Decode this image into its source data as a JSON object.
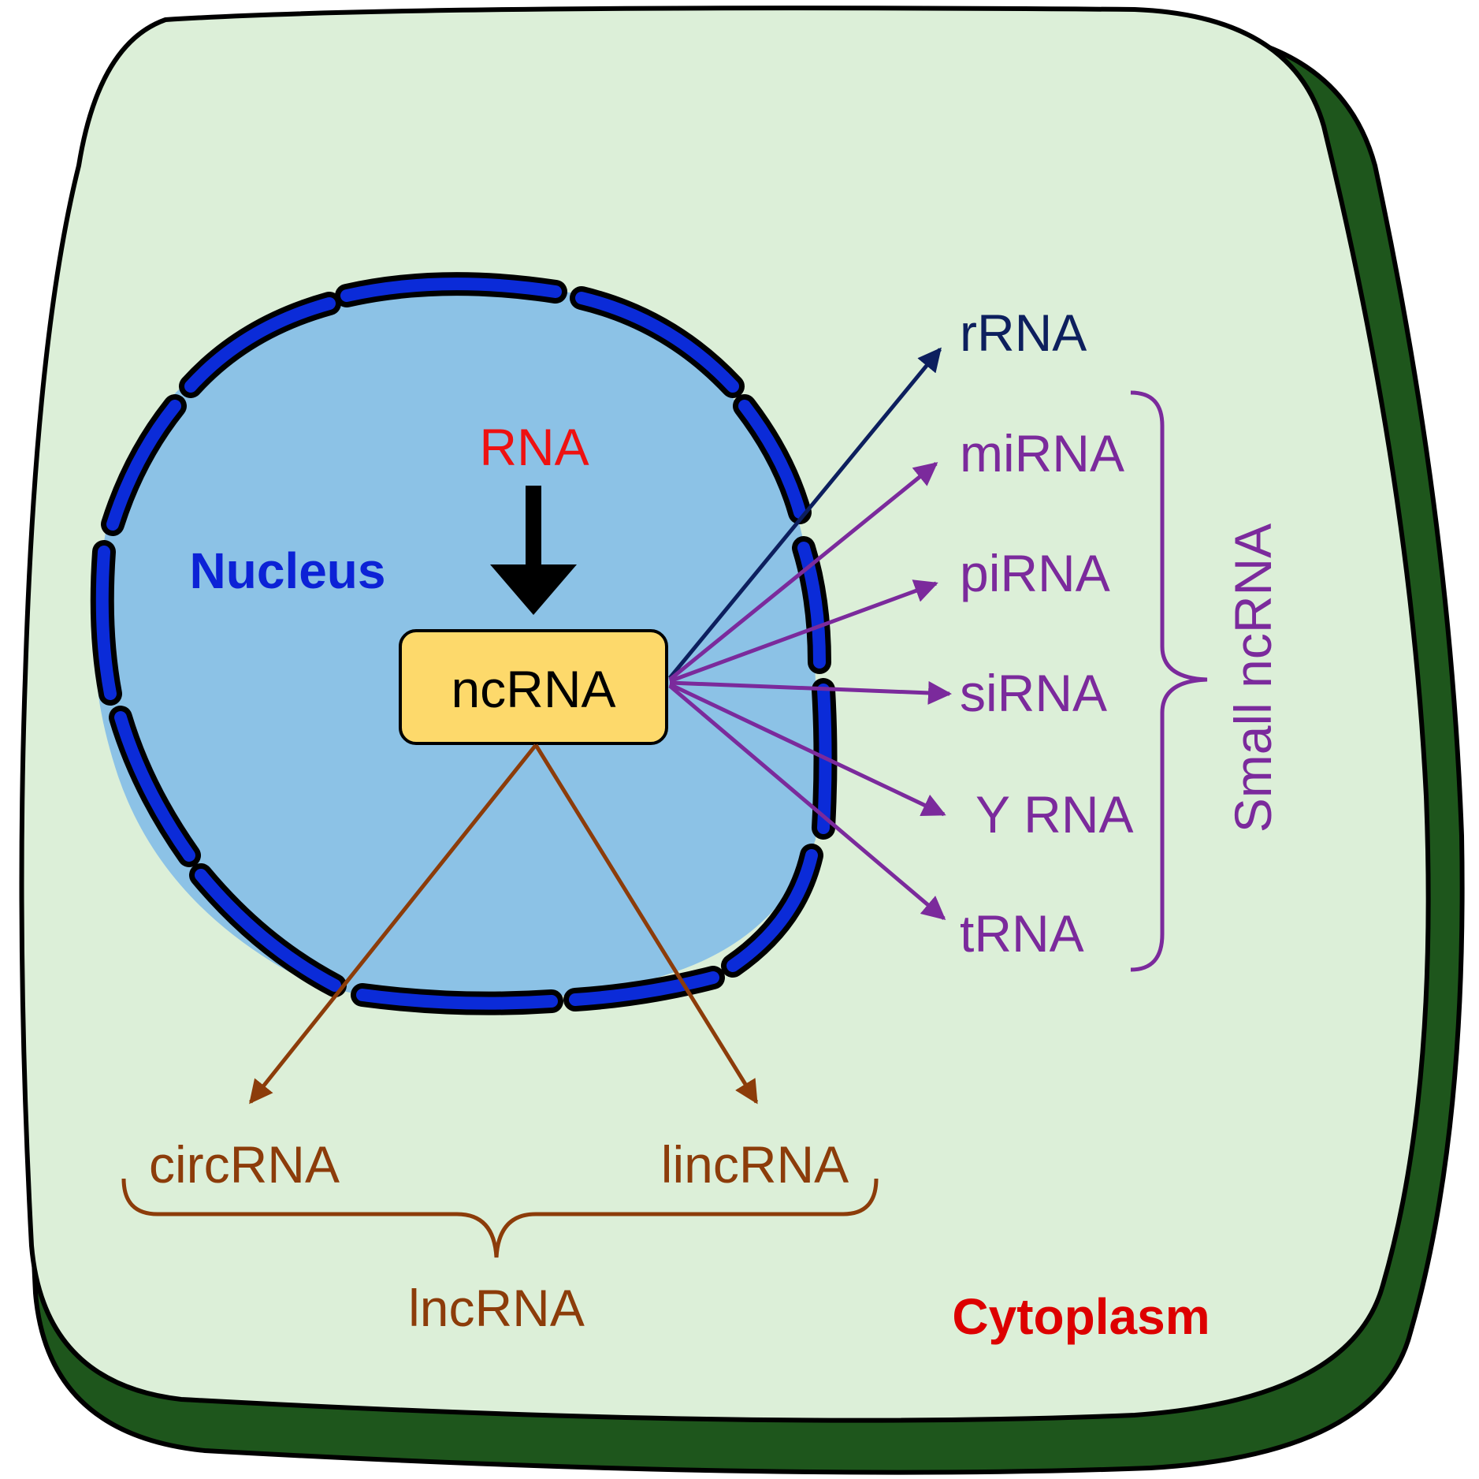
{
  "labels": {
    "nucleus": "Nucleus",
    "cytoplasm": "Cytoplasm",
    "rna": "RNA",
    "ncrna": "ncRNA",
    "rrna": "rRNA",
    "mirna": "miRNA",
    "pirna": "piRNA",
    "sirna": "siRNA",
    "yrna": "Y RNA",
    "trna": "tRNA",
    "small_ncrna": "Small ncRNA",
    "circrna": "circRNA",
    "lincrna": "lincRNA",
    "lncrna": "lncRNA"
  },
  "colors": {
    "cell_fill": "#dcefd8",
    "cell_shadow": "#1e561c",
    "nucleus_fill": "#8cc2e6",
    "nucleus_envelope": "#0b2bd8",
    "ncrna_box": "#fdd96b",
    "rrna": "#0d1f5e",
    "small_ncrna": "#7b2a9c",
    "lncrna": "#8c3c0a",
    "rna": "#ee1111",
    "cytoplasm": "#dd0000",
    "nucleus_label": "#0c22d6"
  }
}
